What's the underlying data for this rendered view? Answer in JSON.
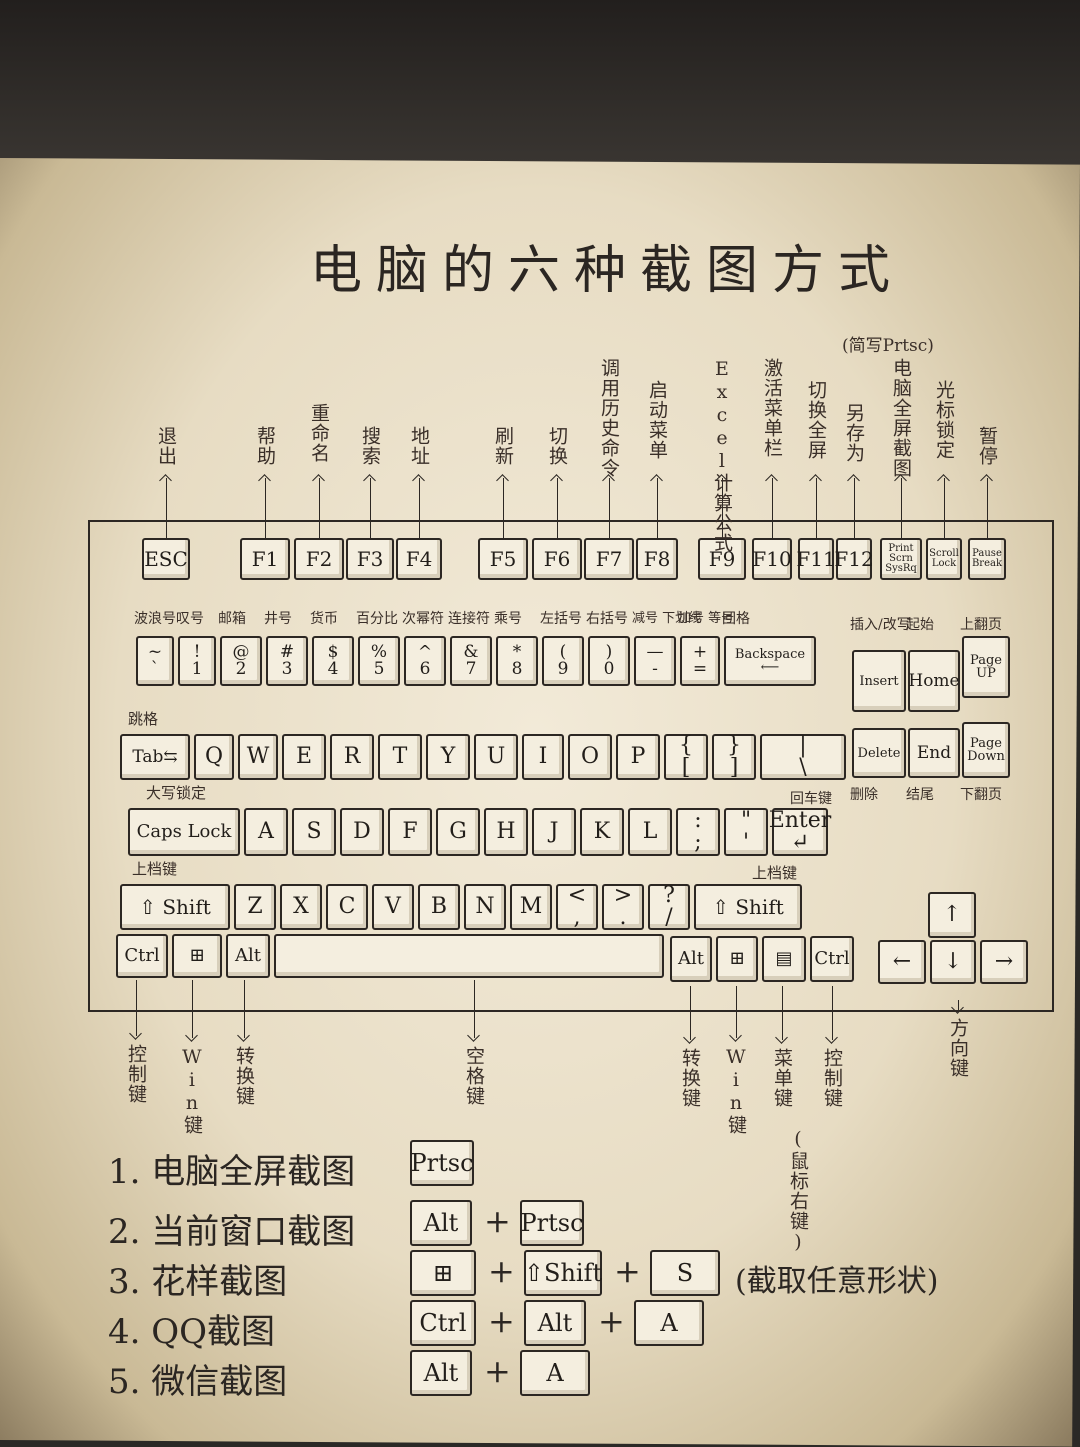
{
  "title": "电脑的六种截图方式",
  "function_keys": [
    {
      "key": "ESC",
      "label": "退出"
    },
    {
      "key": "F1",
      "label": "帮助"
    },
    {
      "key": "F2",
      "label": "重命名"
    },
    {
      "key": "F3",
      "label": "搜索"
    },
    {
      "key": "F4",
      "label": "地址"
    },
    {
      "key": "F5",
      "label": "刷新"
    },
    {
      "key": "F6",
      "label": "切换"
    },
    {
      "key": "F7",
      "label": "调用历史命令"
    },
    {
      "key": "F8",
      "label": "启动菜单"
    },
    {
      "key": "F9",
      "label": "Excel计算公式"
    },
    {
      "key": "F10",
      "label": "激活菜单栏"
    },
    {
      "key": "F11",
      "label": "切换全屏"
    },
    {
      "key": "F12",
      "label": "另存为"
    },
    {
      "key": "Print\nScrn\nSysRq",
      "label": "电脑全屏截图",
      "note": "(简写Prtsc)"
    },
    {
      "key": "Scroll\nLock",
      "label": "光标锁定"
    },
    {
      "key": "Pause\nBreak",
      "label": "暂停"
    }
  ],
  "number_row": [
    {
      "key": "~\n`",
      "label": "波浪号"
    },
    {
      "key": "!\n1",
      "label": "叹号"
    },
    {
      "key": "@\n2",
      "label": "邮箱"
    },
    {
      "key": "#\n3",
      "label": "井号"
    },
    {
      "key": "$\n4",
      "label": "货币"
    },
    {
      "key": "%\n5",
      "label": "百分比"
    },
    {
      "key": "^\n6",
      "label": "次幂符"
    },
    {
      "key": "&\n7",
      "label": "连接符"
    },
    {
      "key": "*\n8",
      "label": "乘号"
    },
    {
      "key": "(\n9",
      "label": "左括号"
    },
    {
      "key": ")\n0",
      "label": "右括号"
    },
    {
      "key": "—\n-",
      "label": "减号 下划线"
    },
    {
      "key": "+\n=",
      "label": "加号 等号"
    },
    {
      "key": "Backspace\n⟵",
      "label": "回格"
    }
  ],
  "nav_keys": [
    {
      "key": "Insert",
      "label": "插入/改写"
    },
    {
      "key": "Home",
      "label": "起始"
    },
    {
      "key": "Page\nUP",
      "label": "上翻页"
    },
    {
      "key": "Delete",
      "label": "删除"
    },
    {
      "key": "End",
      "label": "结尾"
    },
    {
      "key": "Page\nDown",
      "label": "下翻页"
    }
  ],
  "row_labels": {
    "tab": "跳格",
    "caps": "大写锁定",
    "lshift": "上档键",
    "rshift": "上档键",
    "enter": "回车键"
  },
  "qwerty_row": [
    "Tab⇆",
    "Q",
    "W",
    "E",
    "R",
    "T",
    "Y",
    "U",
    "I",
    "O",
    "P",
    "{\n[",
    "}\n]",
    "|\n\\"
  ],
  "home_row": [
    "Caps Lock",
    "A",
    "S",
    "D",
    "F",
    "G",
    "H",
    "J",
    "K",
    "L",
    ":\n;",
    "\"\n'",
    "Enter\n↵"
  ],
  "shift_row": [
    "⇧ Shift",
    "Z",
    "X",
    "C",
    "V",
    "B",
    "N",
    "M",
    "<\n,",
    ">\n.",
    "?\n/",
    "⇧ Shift"
  ],
  "bottom_row": [
    "Ctrl",
    "⊞",
    "Alt",
    "",
    "Alt",
    "⊞",
    "▤",
    "Ctrl"
  ],
  "arrow_keys": [
    "↑",
    "←",
    "↓",
    "→"
  ],
  "bottom_labels": [
    {
      "key": "Ctrl",
      "label": "控制键"
    },
    {
      "key": "Win",
      "label": "Win键"
    },
    {
      "key": "Alt",
      "label": "转换键"
    },
    {
      "key": "Space",
      "label": "空格键"
    },
    {
      "key": "Alt",
      "label": "转换键"
    },
    {
      "key": "Win",
      "label": "Win键"
    },
    {
      "key": "Menu",
      "label": "菜单键"
    },
    {
      "key": "Menu2",
      "label": "(鼠标右键)"
    },
    {
      "key": "Ctrl",
      "label": "控制键"
    },
    {
      "key": "Arrows",
      "label": "方向键"
    }
  ],
  "methods": [
    {
      "text": "1. 电脑全屏截图",
      "keys": [
        "Prtsc"
      ]
    },
    {
      "text": "2. 当前窗口截图",
      "keys": [
        "Alt",
        "Prtsc"
      ]
    },
    {
      "text": "3. 花样截图",
      "keys": [
        "⊞",
        "⇧Shift",
        "S"
      ],
      "note": "(截取任意形状)"
    },
    {
      "text": "4. QQ截图",
      "keys": [
        "Ctrl",
        "Alt",
        "A"
      ]
    },
    {
      "text": "5. 微信截图",
      "keys": [
        "Alt",
        "A"
      ]
    }
  ],
  "plus_sign": "+"
}
